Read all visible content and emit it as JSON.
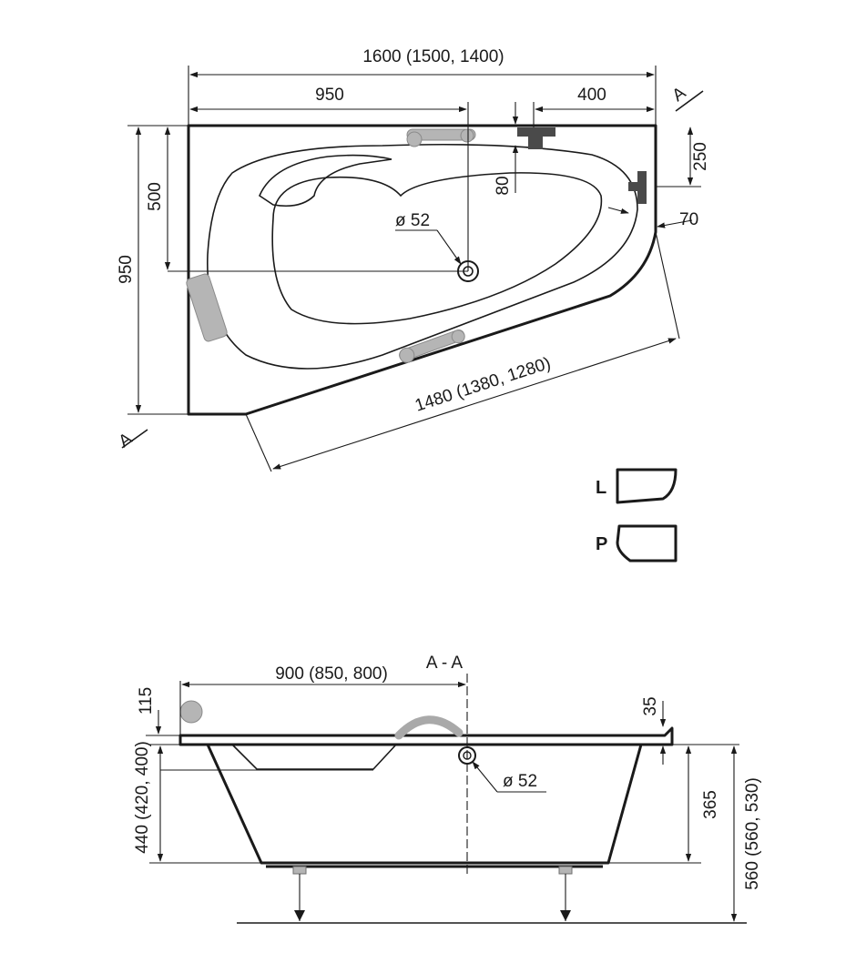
{
  "top_view": {
    "dims": {
      "overall_length": "1600 (1500, 1400)",
      "drain_from_left": "950",
      "tap_from_right": "400",
      "overall_width": "950",
      "drain_from_top": "500",
      "tap_offset": "250",
      "tap_rim_gap": "80",
      "rim_offset": "70",
      "diagonal_length": "1480 (1380, 1280)",
      "drain_diameter": "ø 52"
    },
    "section_label_top": "A",
    "section_label_bottom": "A"
  },
  "variants": [
    {
      "tag": "L"
    },
    {
      "tag": "P"
    }
  ],
  "section_view": {
    "title": "A - A",
    "dims": {
      "drain_position": "900 (850, 800)",
      "headrest_height": "115",
      "rim_thickness": "35",
      "inner_depth": "440 (420, 400)",
      "side_depth": "365",
      "total_height": "560 (560, 530)",
      "drain_diameter": "ø 52"
    }
  },
  "colors": {
    "line": "#1a1a1a",
    "fitting_grey": "#b5b5b5"
  }
}
